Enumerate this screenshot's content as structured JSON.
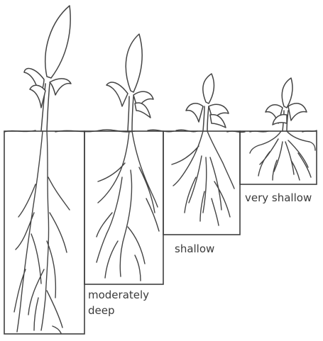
{
  "diagram": {
    "labels": {
      "moderately_deep_line1": "moderately",
      "moderately_deep_line2": "deep",
      "shallow": "shallow",
      "very_shallow": "very shallow"
    }
  }
}
